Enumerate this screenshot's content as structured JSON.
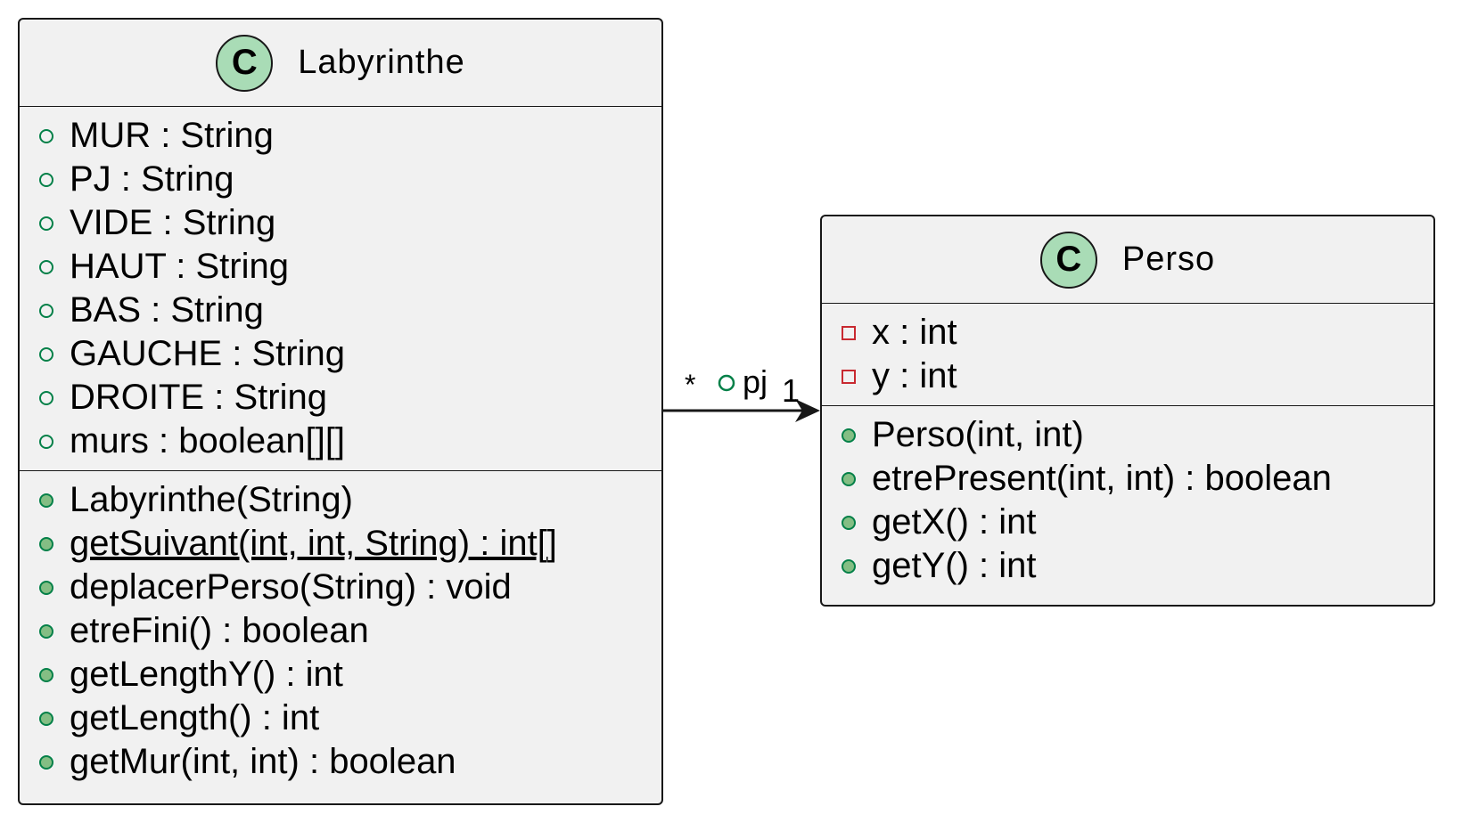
{
  "classes": {
    "labyrinthe": {
      "icon": "C",
      "name": "Labyrinthe",
      "attributes": [
        {
          "text": "MUR : String"
        },
        {
          "text": "PJ : String"
        },
        {
          "text": "VIDE : String"
        },
        {
          "text": "HAUT : String"
        },
        {
          "text": "BAS : String"
        },
        {
          "text": "GAUCHE : String"
        },
        {
          "text": "DROITE : String"
        },
        {
          "text": "murs : boolean[][]"
        }
      ],
      "methods": [
        {
          "text": "Labyrinthe(String)"
        },
        {
          "text": "getSuivant(int, int, String) : int[]"
        },
        {
          "text": "deplacerPerso(String) : void"
        },
        {
          "text": "etreFini() : boolean"
        },
        {
          "text": "getLengthY() : int"
        },
        {
          "text": "getLength() : int"
        },
        {
          "text": "getMur(int, int) : boolean"
        }
      ]
    },
    "perso": {
      "icon": "C",
      "name": "Perso",
      "attributes": [
        {
          "text": "x : int"
        },
        {
          "text": "y : int"
        }
      ],
      "methods": [
        {
          "text": "Perso(int, int)"
        },
        {
          "text": "etrePresent(int, int) : boolean"
        },
        {
          "text": "getX() : int"
        },
        {
          "text": "getY() : int"
        }
      ]
    }
  },
  "association": {
    "source_multiplicity": "*",
    "role": "pj",
    "target_multiplicity": "1"
  },
  "colors": {
    "class_fill": "#f1f1f1",
    "icon_fill": "#a9dcb6",
    "public_green": "#038048",
    "private_red": "#c82930"
  }
}
